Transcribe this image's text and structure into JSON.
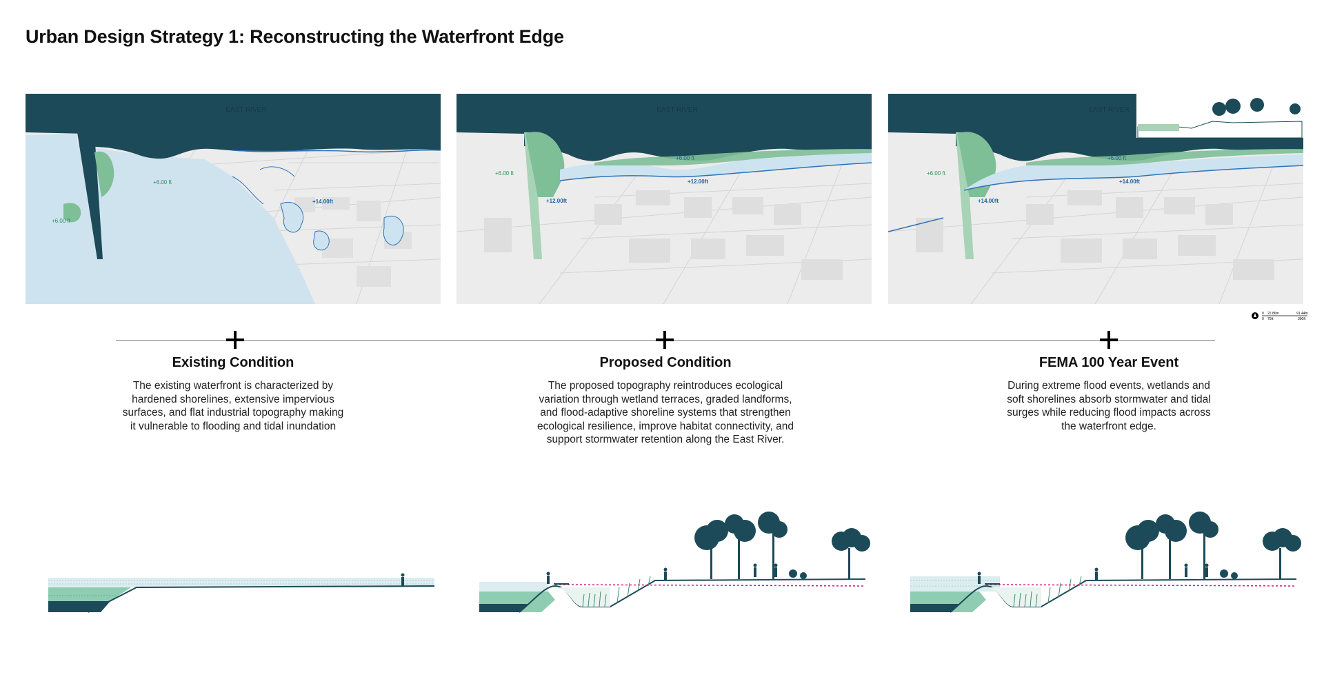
{
  "title": "Urban Design Strategy 1: Reconstructing the Waterfront Edge",
  "colors": {
    "water": "#1d4a58",
    "flood": "#cde3ef",
    "wetland": "#7fbf98",
    "contour": "#2f72b8",
    "base": "#ececec",
    "flood_line": "#d0157a"
  },
  "maps": [
    {
      "river_label": "EAST RIVER",
      "elevations": [
        "+6.00 ft",
        "+6.00 ft",
        "+14.00ft"
      ]
    },
    {
      "river_label": "EAST RIVER",
      "elevations": [
        "+6.00 ft",
        "+6.00 ft",
        "+12.00ft",
        "+12.00ft"
      ]
    },
    {
      "river_label": "EAST RIVER",
      "elevations": [
        "+6.00 ft",
        "+6.00 ft",
        "+14.00ft",
        "+14.00ft"
      ]
    }
  ],
  "scale_bar": {
    "top_left": "0",
    "top_mid": "22.86m",
    "top_right": "91.44m",
    "bottom_left": "0",
    "bottom_mid": "75ft",
    "bottom_right": "300ft"
  },
  "columns": [
    {
      "title": "Existing Condition",
      "desc": [
        "The existing waterfront is characterized by",
        "hardened shorelines, extensive impervious",
        "surfaces, and flat industrial topography making",
        "it vulnerable to flooding and tidal inundation"
      ]
    },
    {
      "title": "Proposed Condition",
      "desc": [
        "The proposed topography reintroduces ecological",
        "variation through wetland terraces, graded landforms,",
        "and flood-adaptive shoreline systems that strengthen",
        "ecological resilience, improve habitat connectivity, and",
        "support stormwater retention along the East River."
      ]
    },
    {
      "title": "FEMA 100 Year Event",
      "desc": [
        "During extreme flood events, wetlands and",
        "soft shorelines absorb stormwater and tidal",
        "surges while reducing flood impacts across",
        "the waterfront edge."
      ]
    }
  ]
}
